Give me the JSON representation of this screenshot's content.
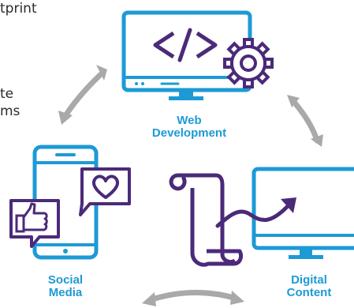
{
  "side_text": {
    "line1": "tprint",
    "line2": "te",
    "line3": "ms"
  },
  "nodes": {
    "web_development": {
      "line1": "Web",
      "line2": "Development"
    },
    "social_media": {
      "line1": "Social",
      "line2": "Media"
    },
    "digital_content": {
      "line1": "Digital",
      "line2": "Content"
    }
  },
  "colors": {
    "blue": "#1d9ad6",
    "purple": "#4b2a7a",
    "gray_arrow": "#a9a9a9",
    "text": "#2a2a2a"
  },
  "icons": [
    "code-monitor-icon",
    "gear-icon",
    "smartphone-icon",
    "thumbs-up-icon",
    "heart-bubble-icon",
    "scroll-document-icon",
    "desktop-monitor-icon",
    "trend-arrow-icon",
    "cycle-arrow-icon"
  ]
}
